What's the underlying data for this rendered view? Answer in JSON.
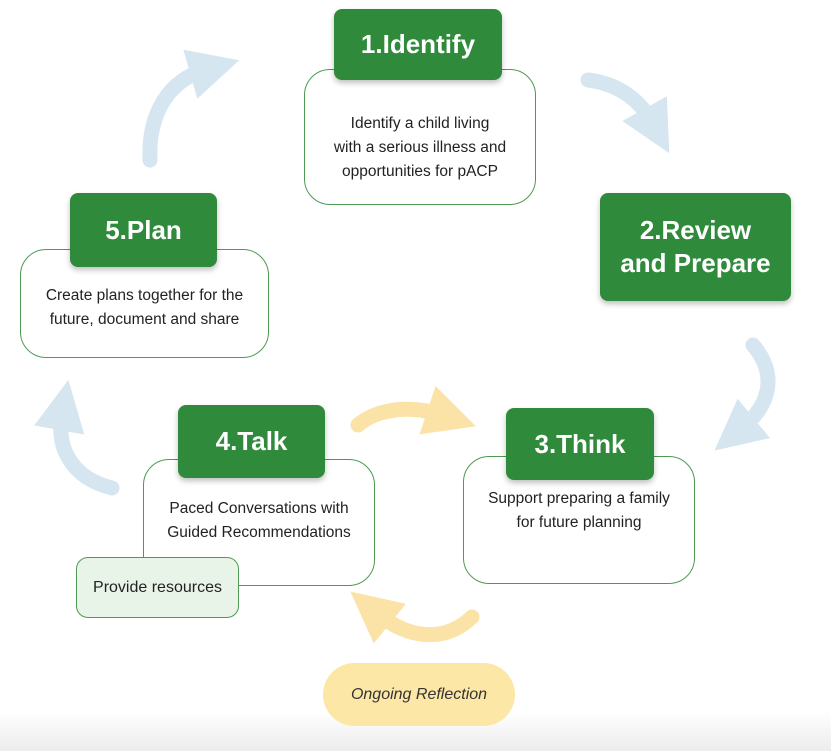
{
  "steps": [
    {
      "id": "identify",
      "title": "1.Identify",
      "description": [
        "Identify a child living",
        "with a serious illness and",
        "opportunities for pACP"
      ]
    },
    {
      "id": "review",
      "title": [
        "2.Review",
        "and Prepare"
      ]
    },
    {
      "id": "think",
      "title": "3.Think",
      "description": [
        "Support preparing a family",
        "for future planning"
      ]
    },
    {
      "id": "talk",
      "title": "4.Talk",
      "description": [
        "Paced Conversations with",
        "Guided Recommendations"
      ]
    },
    {
      "id": "plan",
      "title": "5.Plan",
      "description": [
        "Create plans together for the",
        "future, document and share"
      ]
    }
  ],
  "extras": {
    "resources": "Provide resources",
    "reflection": "Ongoing Reflection"
  },
  "colors": {
    "title_green": "#2f8a3b",
    "card_border": "#4e9a52",
    "resources_fill": "#e9f4e8",
    "reflection_fill": "#fde7a6",
    "cycle_arrow": "#d5e6f1",
    "reflection_arrow": "#fbe3a8"
  }
}
